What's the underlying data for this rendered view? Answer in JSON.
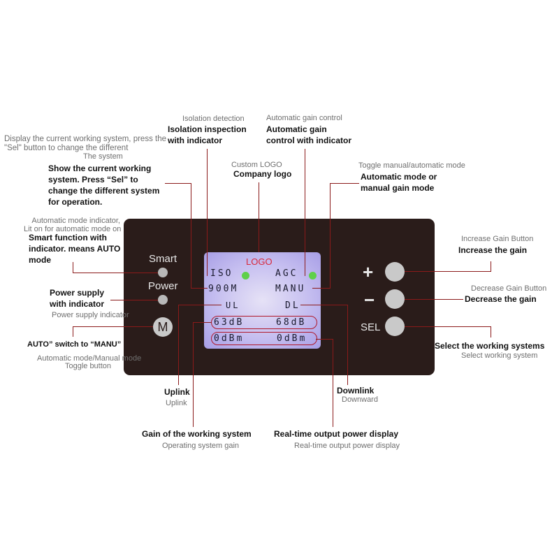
{
  "device": {
    "logo": "LOGO",
    "labels": {
      "smart": "Smart",
      "power": "Power",
      "m_button": "M",
      "plus": "+",
      "minus": "−",
      "sel": "SEL"
    },
    "lcd": {
      "iso": "ISO",
      "agc": "AGC",
      "system": "900M",
      "mode": "MANU",
      "uplink": "UL",
      "downlink": "DL",
      "ul_gain": "63dB",
      "dl_gain": "68dB",
      "ul_power": "0dBm",
      "dl_power": "0dBm"
    },
    "colors": {
      "panel": "#2a1c1a",
      "led": "#5fd04a",
      "line": "#8b1a1a",
      "highlight": "#b0182a"
    }
  },
  "annotations": {
    "system_cn": "Display the current working system, press the \"Sel\" button to change the different",
    "system_cn2": "The system",
    "system_en": [
      "Show the current working",
      "system. Press “Sel” to",
      "change the different system",
      "for operation."
    ],
    "iso_cn": "Isolation detection",
    "iso_en": [
      "Isolation inspection",
      "with indicator"
    ],
    "agc_cn": "Automatic gain control",
    "agc_en": [
      "Automatic gain",
      "control with indicator"
    ],
    "logo_cn": "Custom LOGO",
    "logo_en": "Company logo",
    "toggle_cn": "Toggle manual/automatic mode",
    "toggle_en": [
      "Automatic mode or",
      "manual gain mode"
    ],
    "smart_cn": [
      "Automatic mode indicator,",
      "Lit on for automatic mode on"
    ],
    "smart_en": [
      "Smart function with",
      "indicator. means AUTO",
      "mode"
    ],
    "power_en": [
      "Power supply",
      "with indicator"
    ],
    "power_cn": "Power supply indicator",
    "m_en": "AUTO” switch to “MANU”",
    "m_cn": [
      "Automatic mode/Manual mode",
      "Toggle button"
    ],
    "inc_cn": "Increase Gain Button",
    "inc_en": "Increase the gain",
    "dec_cn": "Decrease Gain Button",
    "dec_en": "Decrease the gain",
    "sel_en": "Select the working systems",
    "sel_cn": "Select working system",
    "uplink_en": "Uplink",
    "uplink_cn": "Uplink",
    "downlink_en": "Downlink",
    "downlink_cn": "Downward",
    "gain_en": "Gain of the working system",
    "gain_cn": "Operating system gain",
    "power_disp_en": "Real-time output power display",
    "power_disp_cn": "Real-time output power display"
  }
}
